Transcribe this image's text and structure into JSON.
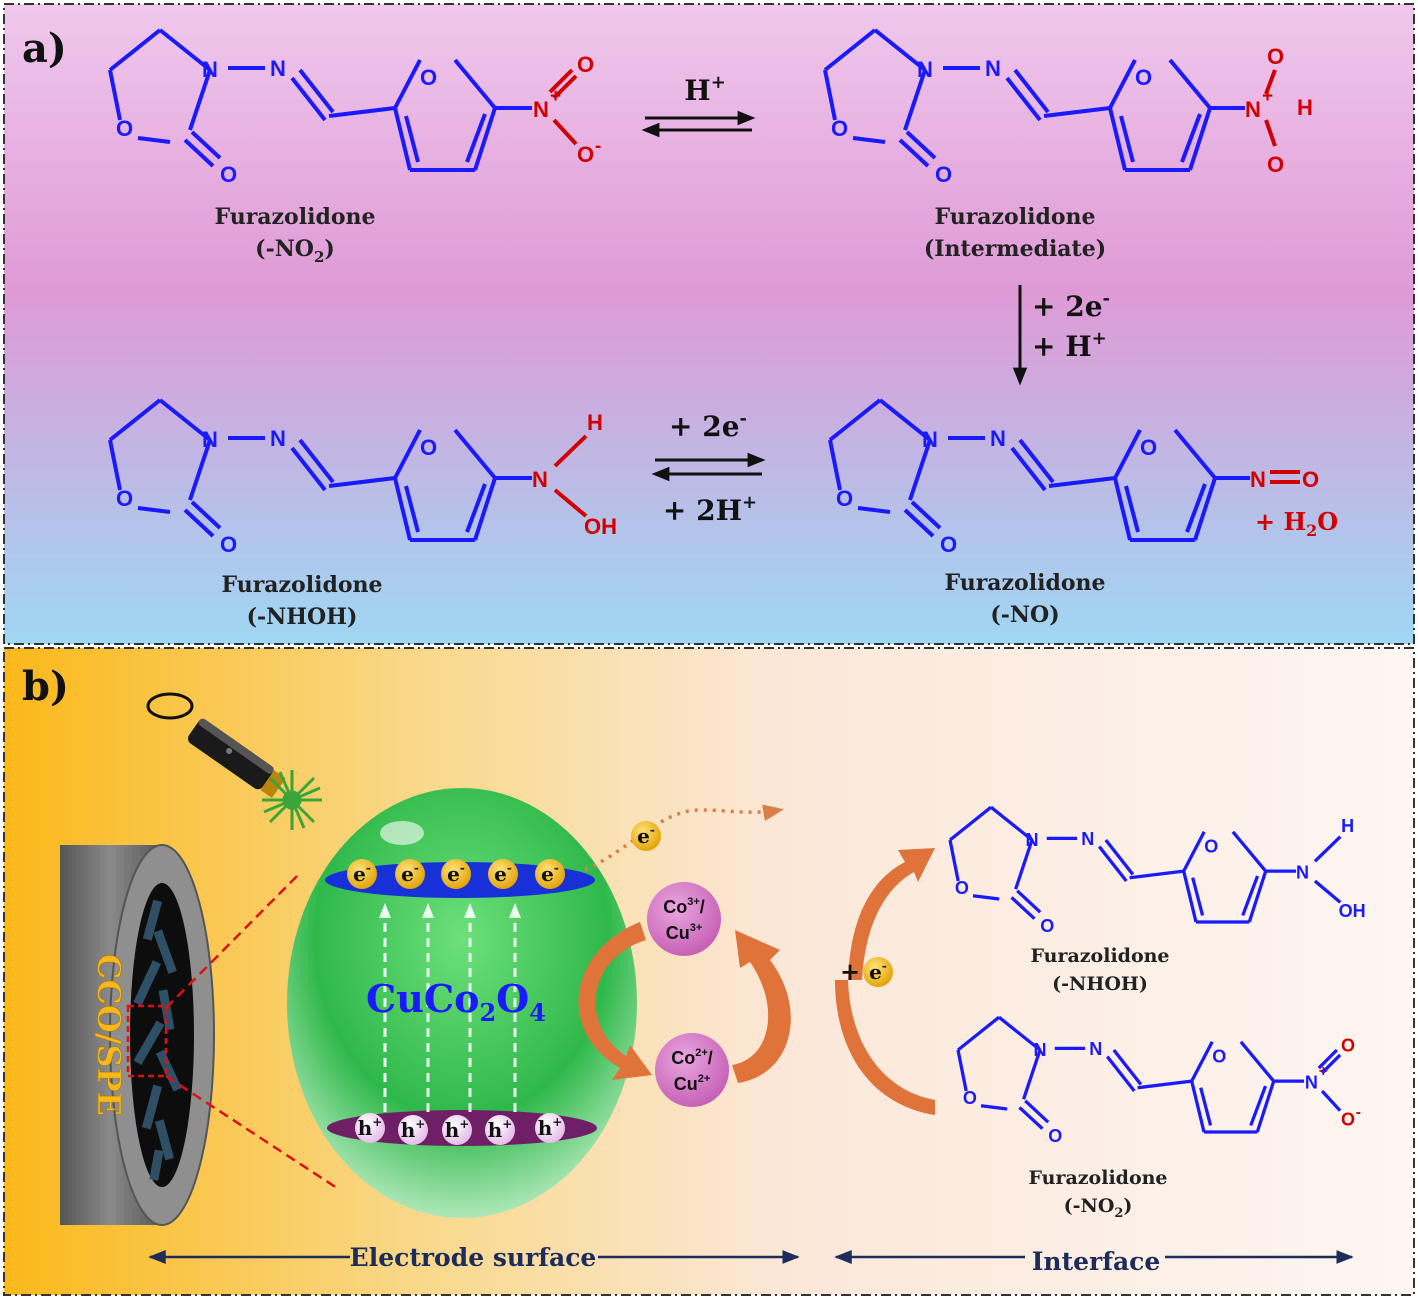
{
  "panel_a": {
    "label": "a)",
    "structures": {
      "no2": {
        "name": "Furazolidone",
        "form": "(-NO",
        "form_sub": "2",
        "form_end": ")"
      },
      "intermediate": {
        "name": "Furazolidone",
        "form": "(Intermediate)"
      },
      "nhoh": {
        "name": "Furazolidone",
        "form": "(-NHOH)"
      },
      "no": {
        "name": "Furazolidone",
        "form": "(-NO)"
      }
    },
    "reactions": {
      "r1": {
        "top": "H",
        "top_sup": "+"
      },
      "r2": {
        "line1": "+ 2e",
        "line1_sup": "-",
        "line2": "+ H",
        "line2_sup": "+"
      },
      "r3": {
        "top": "+ 2e",
        "top_sup": "-",
        "bottom": "+ 2H",
        "bottom_sup": "+"
      }
    },
    "byproduct": {
      "text": "+ H",
      "sub": "2",
      "end": "O"
    }
  },
  "panel_b": {
    "label": "b)",
    "electrode_label": "CCO/SPE",
    "catalyst": {
      "name": "CuCo",
      "sub1": "2",
      "mid": "O",
      "sub2": "4"
    },
    "electron": {
      "symbol": "e",
      "sup": "-"
    },
    "hole": {
      "symbol": "h",
      "sup": "+"
    },
    "redox_high": {
      "line1": "Co",
      "line1_sup": "3+",
      "line1_end": "/",
      "line2": "Cu",
      "line2_sup": "3+"
    },
    "redox_low": {
      "line1": "Co",
      "line1_sup": "2+",
      "line1_end": "/",
      "line2": "Cu",
      "line2_sup": "2+"
    },
    "plus_electron": "+",
    "structures": {
      "nhoh": {
        "name": "Furazolidone",
        "form": "(-NHOH)"
      },
      "no2": {
        "name": "Furazolidone",
        "form": "(-NO",
        "form_sub": "2",
        "form_end": ")"
      }
    },
    "axis_left": "Electrode surface",
    "axis_right": "Interface"
  },
  "atoms": {
    "N": "N",
    "O": "O",
    "H": "H",
    "OH": "OH",
    "plus": "+",
    "minus": "-"
  },
  "colors": {
    "structure": "#1a1aff",
    "functional_group": "#d10000",
    "panel_a_top": "#efc8ec",
    "panel_a_mid": "#df9ad6",
    "panel_a_bottom": "#9fd7f3",
    "panel_b_left": "#fbb81a",
    "panel_b_right": "#fdf6f2",
    "catalyst_sphere": "#3fc85a",
    "redox_circle": "#d877c7",
    "arrow_orange": "#e0733a",
    "axis_navy": "#1d2c5a"
  }
}
